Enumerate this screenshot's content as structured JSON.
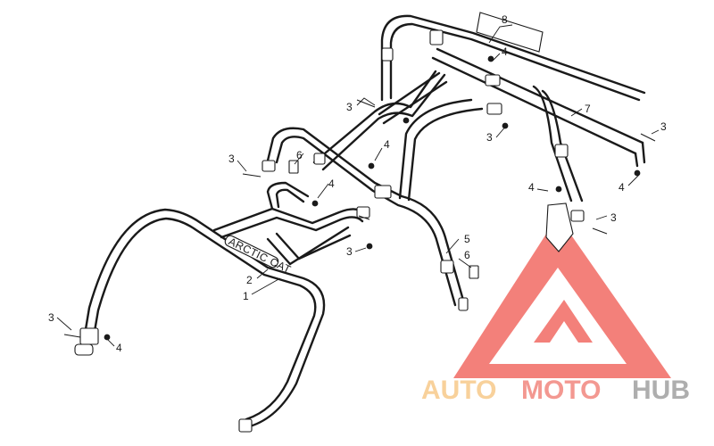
{
  "callouts": {
    "c1": "1",
    "c2": "2",
    "c3a": "3",
    "c3b": "3",
    "c3c": "3",
    "c3d": "3",
    "c3e": "3",
    "c3f": "3",
    "c3g": "3",
    "c4a": "4",
    "c4b": "4",
    "c4c": "4",
    "c4d": "4",
    "c4e": "4",
    "c4f": "4",
    "c5": "5",
    "c6a": "6",
    "c6b": "6",
    "c7": "7",
    "c8": "8"
  },
  "decal_text": "ARCTIC CAT",
  "watermark": {
    "auto": "AUTO",
    "moto": "MOTO",
    "hub": "HUB",
    "colors": {
      "auto": "#f7c98a",
      "moto": "#f2877e",
      "hub": "#a0a0a0",
      "triangle": "#f26a63"
    }
  }
}
